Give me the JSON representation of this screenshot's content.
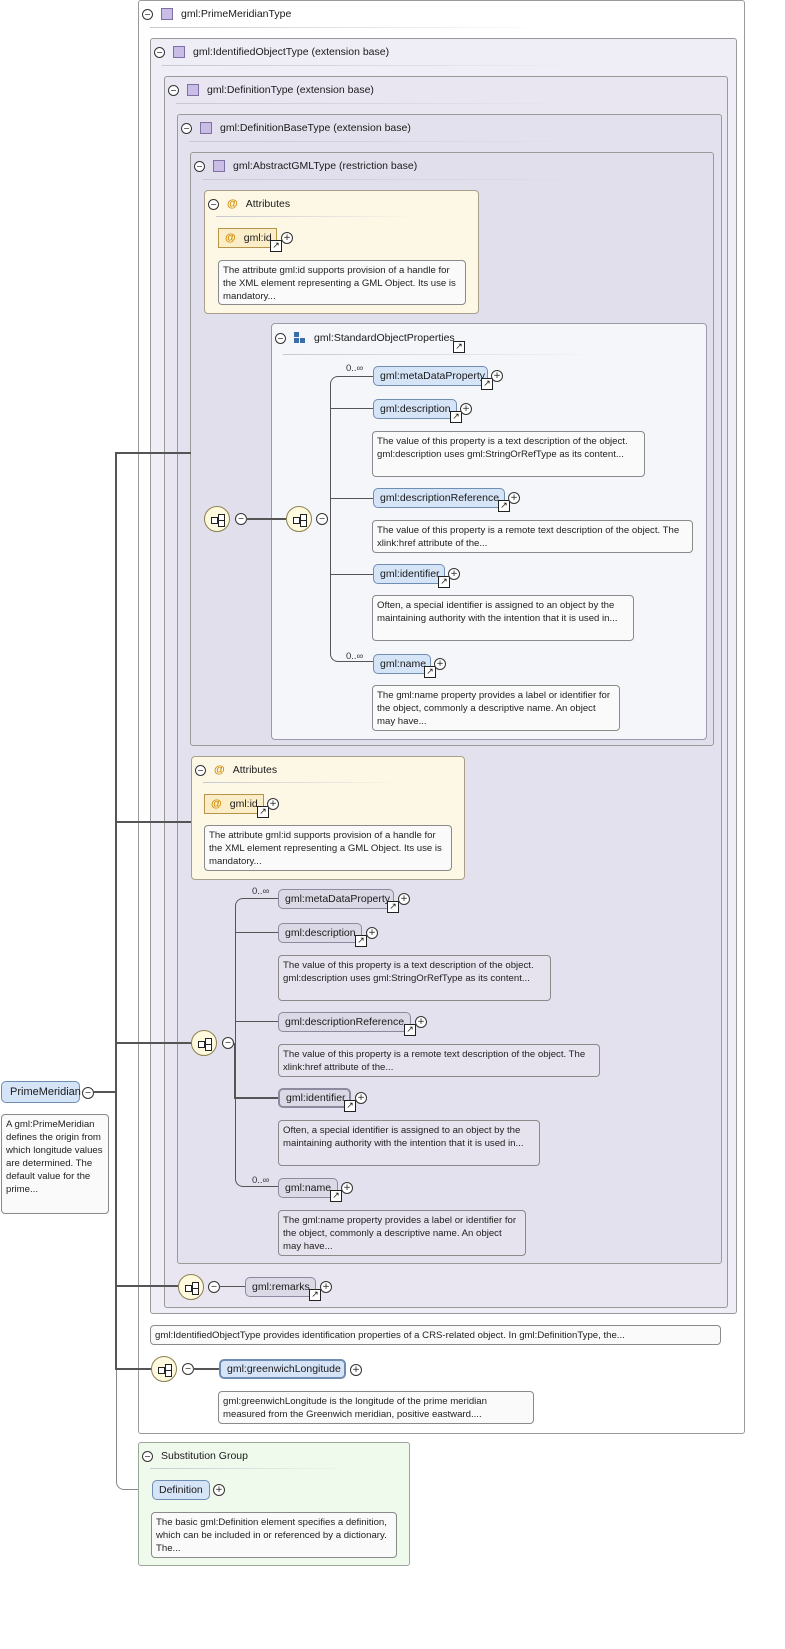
{
  "root": {
    "name": "PrimeMeridian",
    "description": "A gml:PrimeMeridian defines the origin from which longitude values are determined. The default value for the prime..."
  },
  "frames": {
    "outer": "gml:PrimeMeridianType",
    "identified": "gml:IdentifiedObjectType (extension base)",
    "definition": "gml:DefinitionType (extension base)",
    "definition_base": "gml:DefinitionBaseType (extension base)",
    "abstract_gml": "gml:AbstractGMLType (restriction base)"
  },
  "attributes": {
    "header": "Attributes",
    "id_name": "gml:id",
    "id_desc": "The attribute gml:id supports provision of a handle for the XML element representing a GML Object. Its use is mandatory..."
  },
  "standard_props": {
    "header": "gml:StandardObjectProperties"
  },
  "cardinality": {
    "many": "0..∞"
  },
  "elements": {
    "metaDataProperty": {
      "name": "gml:metaDataProperty"
    },
    "description": {
      "name": "gml:description",
      "desc": "The value of this property is a text description of the object. gml:description uses gml:StringOrRefType as its content..."
    },
    "descriptionReference": {
      "name": "gml:descriptionReference",
      "desc": "The value of this property is a remote text description of the object. The xlink:href attribute of the..."
    },
    "identifier": {
      "name": "gml:identifier",
      "desc": "Often, a special identifier is assigned to an object by the maintaining authority with the intention that it is used in..."
    },
    "name": {
      "name": "gml:name",
      "desc": "The gml:name property provides a label or identifier for the object, commonly a descriptive name. An object may have..."
    },
    "remarks": {
      "name": "gml:remarks"
    },
    "greenwichLongitude": {
      "name": "gml:greenwichLongitude",
      "desc": "gml:greenwichLongitude is the longitude of the prime meridian measured from the Greenwich meridian, positive eastward...."
    }
  },
  "identified_desc": "gml:IdentifiedObjectType provides identification properties of a CRS-related object. In gml:DefinitionType, the...",
  "substitution": {
    "header": "Substitution Group",
    "element": "Definition",
    "desc": "The basic gml:Definition element specifies a definition, which can be included in or referenced by a dictionary. The..."
  },
  "icons": {
    "collapse": "minus-circle-icon",
    "expand": "plus-circle-icon",
    "reference": "arrow-ne-icon",
    "sequence": "sequence-compositor-icon",
    "complex_type": "complex-type-icon",
    "attribute": "at-sign-icon",
    "group": "group-icon"
  }
}
